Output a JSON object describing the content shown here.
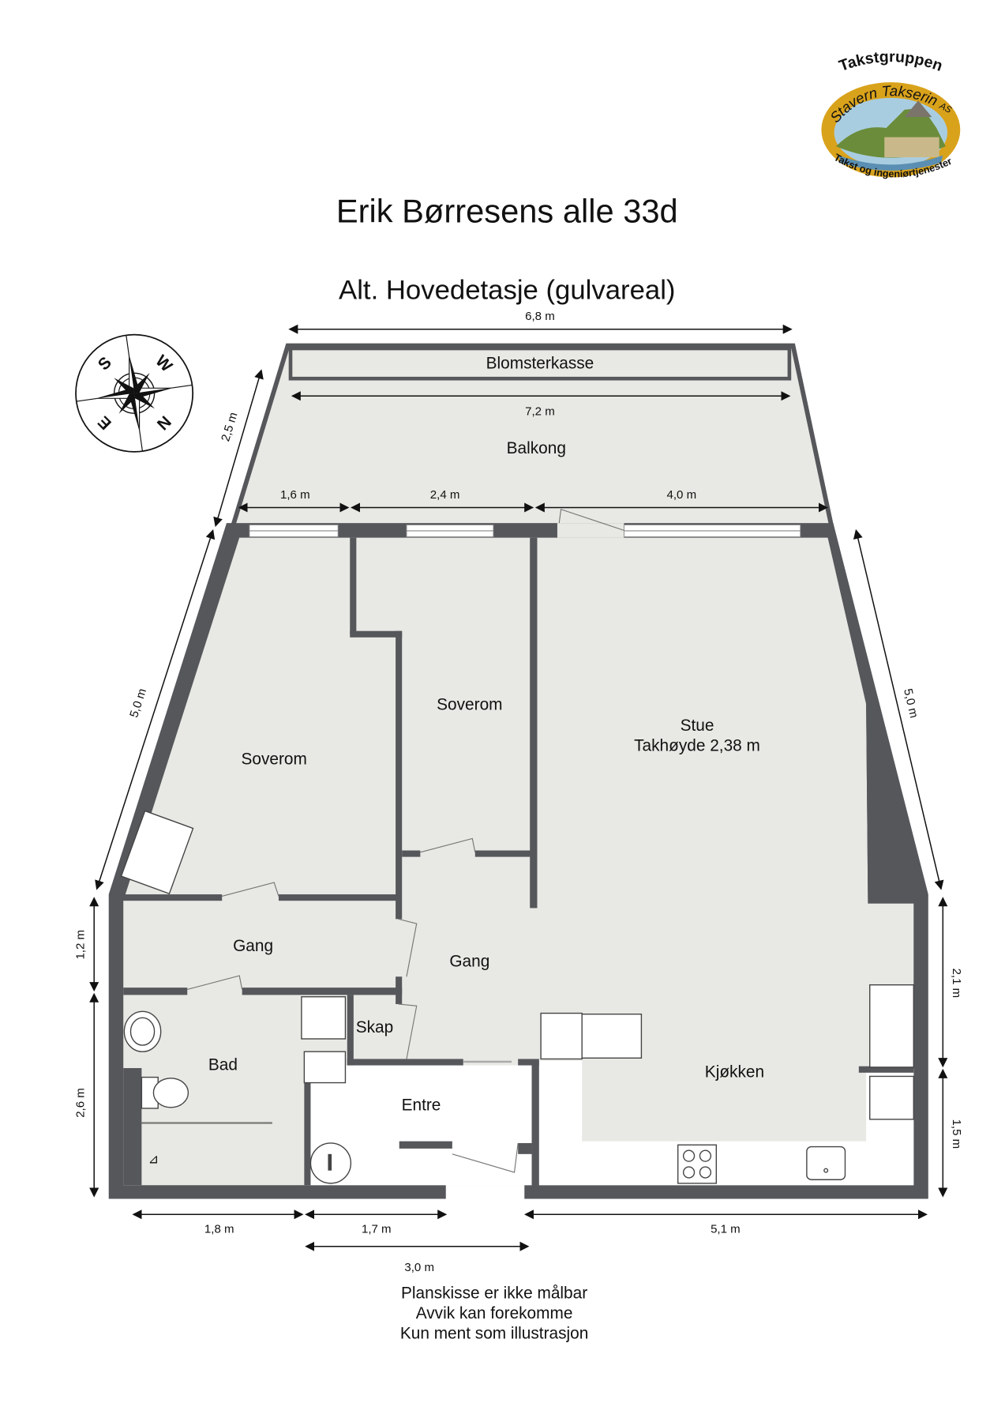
{
  "title": "Erik Børresens alle 33d",
  "subtitle": "Alt. Hovedetasje (gulvareal)",
  "logo": {
    "top_text": "Takstgruppen",
    "middle_text": "Stavern Takserin",
    "middle_suffix": "AS",
    "bottom_text": "Takst og ingeniørtjenester",
    "colors": {
      "ring": "#d9a21b",
      "sky": "#a9cde0",
      "ground": "#6b8c3a"
    }
  },
  "compass": {
    "letters": {
      "s": "S",
      "w": "W",
      "n": "N",
      "e": "E"
    }
  },
  "rooms": {
    "blomsterkasse": "Blomsterkasse",
    "balkong": "Balkong",
    "soverom_left": "Soverom",
    "soverom_mid": "Soverom",
    "stue": "Stue",
    "stue_note": "Takhøyde 2,38 m",
    "gang_left": "Gang",
    "gang_mid": "Gang",
    "skap": "Skap",
    "bad": "Bad",
    "entre": "Entre",
    "kjokken": "Kjøkken"
  },
  "dimensions": {
    "balcony_top": "6,8 m",
    "balcony_inner": "7,2 m",
    "balcony_side": "2,5 m",
    "seg_1": "1,6 m",
    "seg_2": "2,4 m",
    "seg_3": "4,0 m",
    "left_side": "5,0 m",
    "right_side": "5,0 m",
    "left_upper": "1,2 m",
    "left_lower": "2,6 m",
    "right_upper": "2,1 m",
    "right_lower": "1,5 m",
    "bottom_1": "1,8 m",
    "bottom_2": "1,7 m",
    "bottom_3": "5,1 m",
    "bottom_total": "3,0 m"
  },
  "disclaimer": [
    "Planskisse er ikke målbar",
    "Avvik kan forekomme",
    "Kun ment som illustrasjon"
  ],
  "colors": {
    "wall": "#55575b",
    "floor": "#e8e9e4"
  }
}
